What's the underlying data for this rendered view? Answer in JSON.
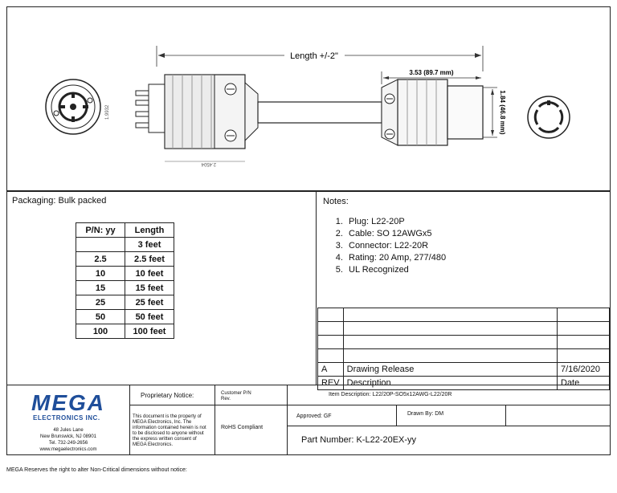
{
  "drawing": {
    "length_label": "Length +/-2\"",
    "connector_length": "3.53 (89.7 mm)",
    "connector_diameter": "1.84 (46.8 mm)",
    "plug_dim_a": "1.9932",
    "plug_dim_b": "2.4504"
  },
  "packaging": {
    "label": "Packaging: Bulk packed",
    "table_headers": [
      "P/N: yy",
      "Length"
    ],
    "rows": [
      {
        "pn": "",
        "length": "3 feet"
      },
      {
        "pn": "2.5",
        "length": "2.5 feet"
      },
      {
        "pn": "10",
        "length": "10 feet"
      },
      {
        "pn": "15",
        "length": "15 feet"
      },
      {
        "pn": "25",
        "length": "25 feet"
      },
      {
        "pn": "50",
        "length": "50 feet"
      },
      {
        "pn": "100",
        "length": "100 feet"
      }
    ]
  },
  "notes": {
    "title": "Notes:",
    "items": [
      "Plug:  L22-20P",
      "Cable: SO 12AWGx5",
      "Connector:  L22-20R",
      "Rating: 20 Amp, 277/480",
      "UL Recognized"
    ]
  },
  "revision": {
    "rows": [
      {
        "rev": "A",
        "description": "Drawing Release",
        "date": "7/16/2020"
      },
      {
        "rev": "REV",
        "description": "Description",
        "date": "Date"
      }
    ]
  },
  "titleblock": {
    "logo_main": "MEGA",
    "logo_sub": "ELECTRONICS INC.",
    "address": [
      "48 Jules Lane",
      "New Brunswick, NJ 08901",
      "Tel. 732-249-2656",
      "www.megaelectronics.com"
    ],
    "proprietary_label": "Proprietary Notice:",
    "proprietary_text": "This document is the property of MEGA Electronics, Inc. The information contained herein is not to be disclosed to anyone without the express written consent of MEGA Electronics.",
    "customer_pn": "Customer P/N",
    "customer_rev": "Rev.",
    "rohs": "RoHS Compliant",
    "item_description": "Item Description: L22/20P-SO5x12AWG-L22/20R",
    "approved_by": "Approved:  GF",
    "drawn_by": "Drawn By:  DM",
    "part_number": "Part Number:  K-L22-20EX-yy"
  },
  "footer": "MEGA Reserves the right to alter Non-Critical dimensions without notice:"
}
